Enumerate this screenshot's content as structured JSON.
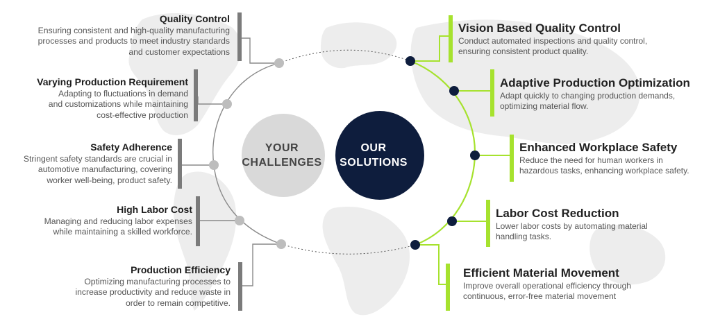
{
  "colors": {
    "accent_green": "#a6e22e",
    "navy": "#0e1d3d",
    "gray_bar": "#7b7b7b",
    "light_gray_circle": "#dadada",
    "map_gray": "#ececec"
  },
  "hub": {
    "left_line1": "YOUR",
    "left_line2": "CHALLENGES",
    "right_line1": "OUR",
    "right_line2": "SOLUTIONS"
  },
  "challenges": [
    {
      "title": "Quality Control",
      "lines": [
        "Ensuring consistent and high-quality manufacturing",
        "processes and products to meet industry standards",
        "and customer expectations"
      ]
    },
    {
      "title": "Varying Production Requirement",
      "lines": [
        "Adapting to fluctuations in demand",
        "and customizations while maintaining",
        "cost-effective production"
      ]
    },
    {
      "title": "Safety Adherence",
      "lines": [
        "Stringent safety standards are crucial in",
        "automotive manufacturing, covering",
        "worker well-being, product safety."
      ]
    },
    {
      "title": "High Labor Cost",
      "lines": [
        "Managing and reducing labor expenses",
        "while maintaining a skilled workforce."
      ]
    },
    {
      "title": "Production Efficiency",
      "lines": [
        "Optimizing manufacturing processes to",
        "increase productivity and reduce waste in",
        "order to remain competitive."
      ]
    }
  ],
  "solutions": [
    {
      "title": "Vision Based  Quality Control",
      "lines": [
        "Conduct automated inspections and quality control,",
        "ensuring consistent product quality."
      ]
    },
    {
      "title": "Adaptive Production Optimization",
      "lines": [
        "Adapt quickly to changing production demands,",
        "optimizing material flow."
      ]
    },
    {
      "title": "Enhanced Workplace Safety",
      "lines": [
        "Reduce the need for human workers in",
        "hazardous tasks, enhancing workplace safety."
      ]
    },
    {
      "title": "Labor Cost Reduction",
      "lines": [
        "Lower labor costs by automating material",
        "handling tasks."
      ]
    },
    {
      "title": "Efficient Material Movement",
      "lines": [
        "Improve overall operational efficiency through",
        "continuous, error-free material movement"
      ]
    }
  ]
}
